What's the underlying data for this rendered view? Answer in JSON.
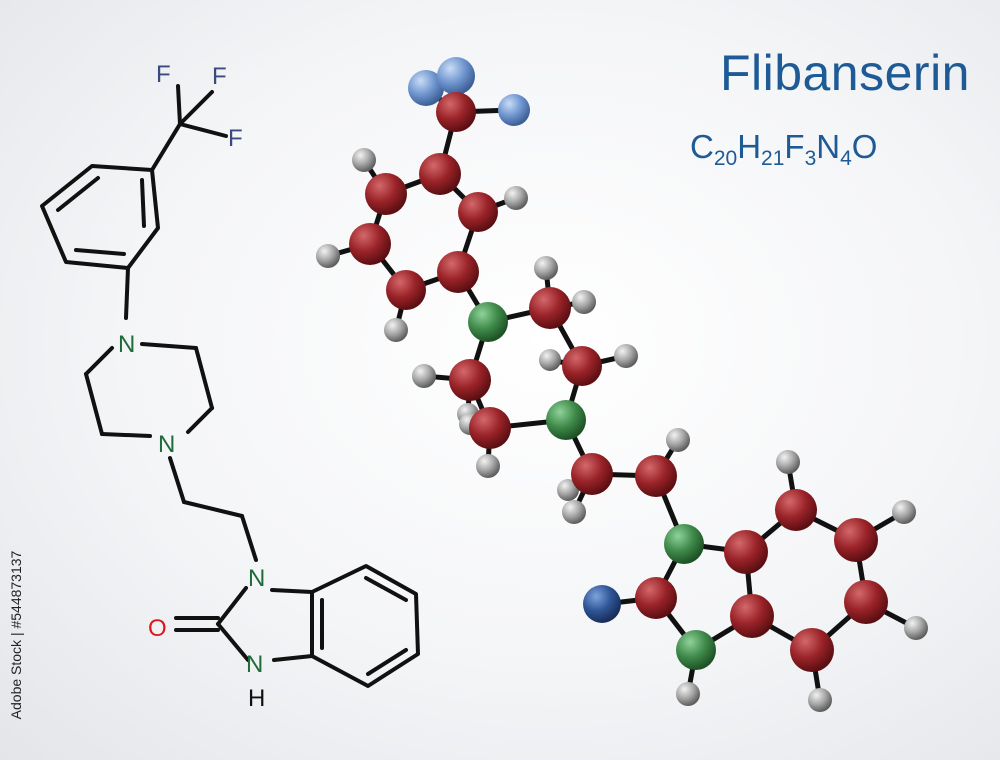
{
  "title": "Flibanserin",
  "formula": {
    "parts": [
      {
        "el": "C",
        "n": "20"
      },
      {
        "el": "H",
        "n": "21"
      },
      {
        "el": "F",
        "n": "3"
      },
      {
        "el": "N",
        "n": "4"
      },
      {
        "el": "O",
        "n": ""
      }
    ]
  },
  "stock_id": "Adobe Stock | #544873137",
  "structure_labels": {
    "F1": "F",
    "F2": "F",
    "F3": "F",
    "N1": "N",
    "N2": "N",
    "N3": "N",
    "O": "O",
    "NH_N": "N",
    "NH_H": "H"
  },
  "colors": {
    "title": "#1e5a96",
    "carbon": "#8e1f24",
    "nitrogen_ring": "#3f8a4a",
    "fluorine": "#6f93cf",
    "oxygen": "#2b4f8a",
    "hydrogen": "#9a9a9a",
    "label_F": "#3a4a7a",
    "label_N": "#1f6b3a",
    "label_O": "#e0161d"
  }
}
